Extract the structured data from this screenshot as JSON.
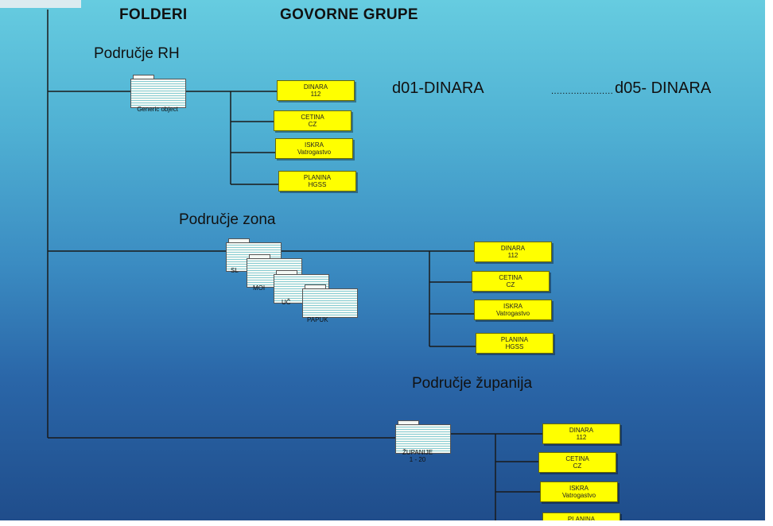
{
  "header": {
    "folders_label": "FOLDERI",
    "groups_label": "GOVORNE GRUPE"
  },
  "sections": {
    "rh": {
      "title": "Područje RH",
      "folder_label": "Generic object",
      "channel_start": "d01-DINARA",
      "channel_dots": "......................",
      "channel_end": "d05- DINARA"
    },
    "zona": {
      "title": "Područje zona",
      "folder_labels": [
        "SL",
        "MOI",
        "UČ",
        "PAPUK"
      ]
    },
    "zupanija": {
      "title": "Područje županija",
      "folder_label_line1": "ŽUPANIJE",
      "folder_label_line2": "1 - 20"
    }
  },
  "groups": [
    {
      "line1": "DINARA",
      "line2": "112"
    },
    {
      "line1": "CETINA",
      "line2": "CZ"
    },
    {
      "line1": "ISKRA",
      "line2": "Vatrogastvo"
    },
    {
      "line1": "PLANINA",
      "line2": "HGSS"
    }
  ],
  "colors": {
    "group_box": "#ffff00",
    "background_top": "#66cce0",
    "background_bottom": "#1f4c8a"
  }
}
